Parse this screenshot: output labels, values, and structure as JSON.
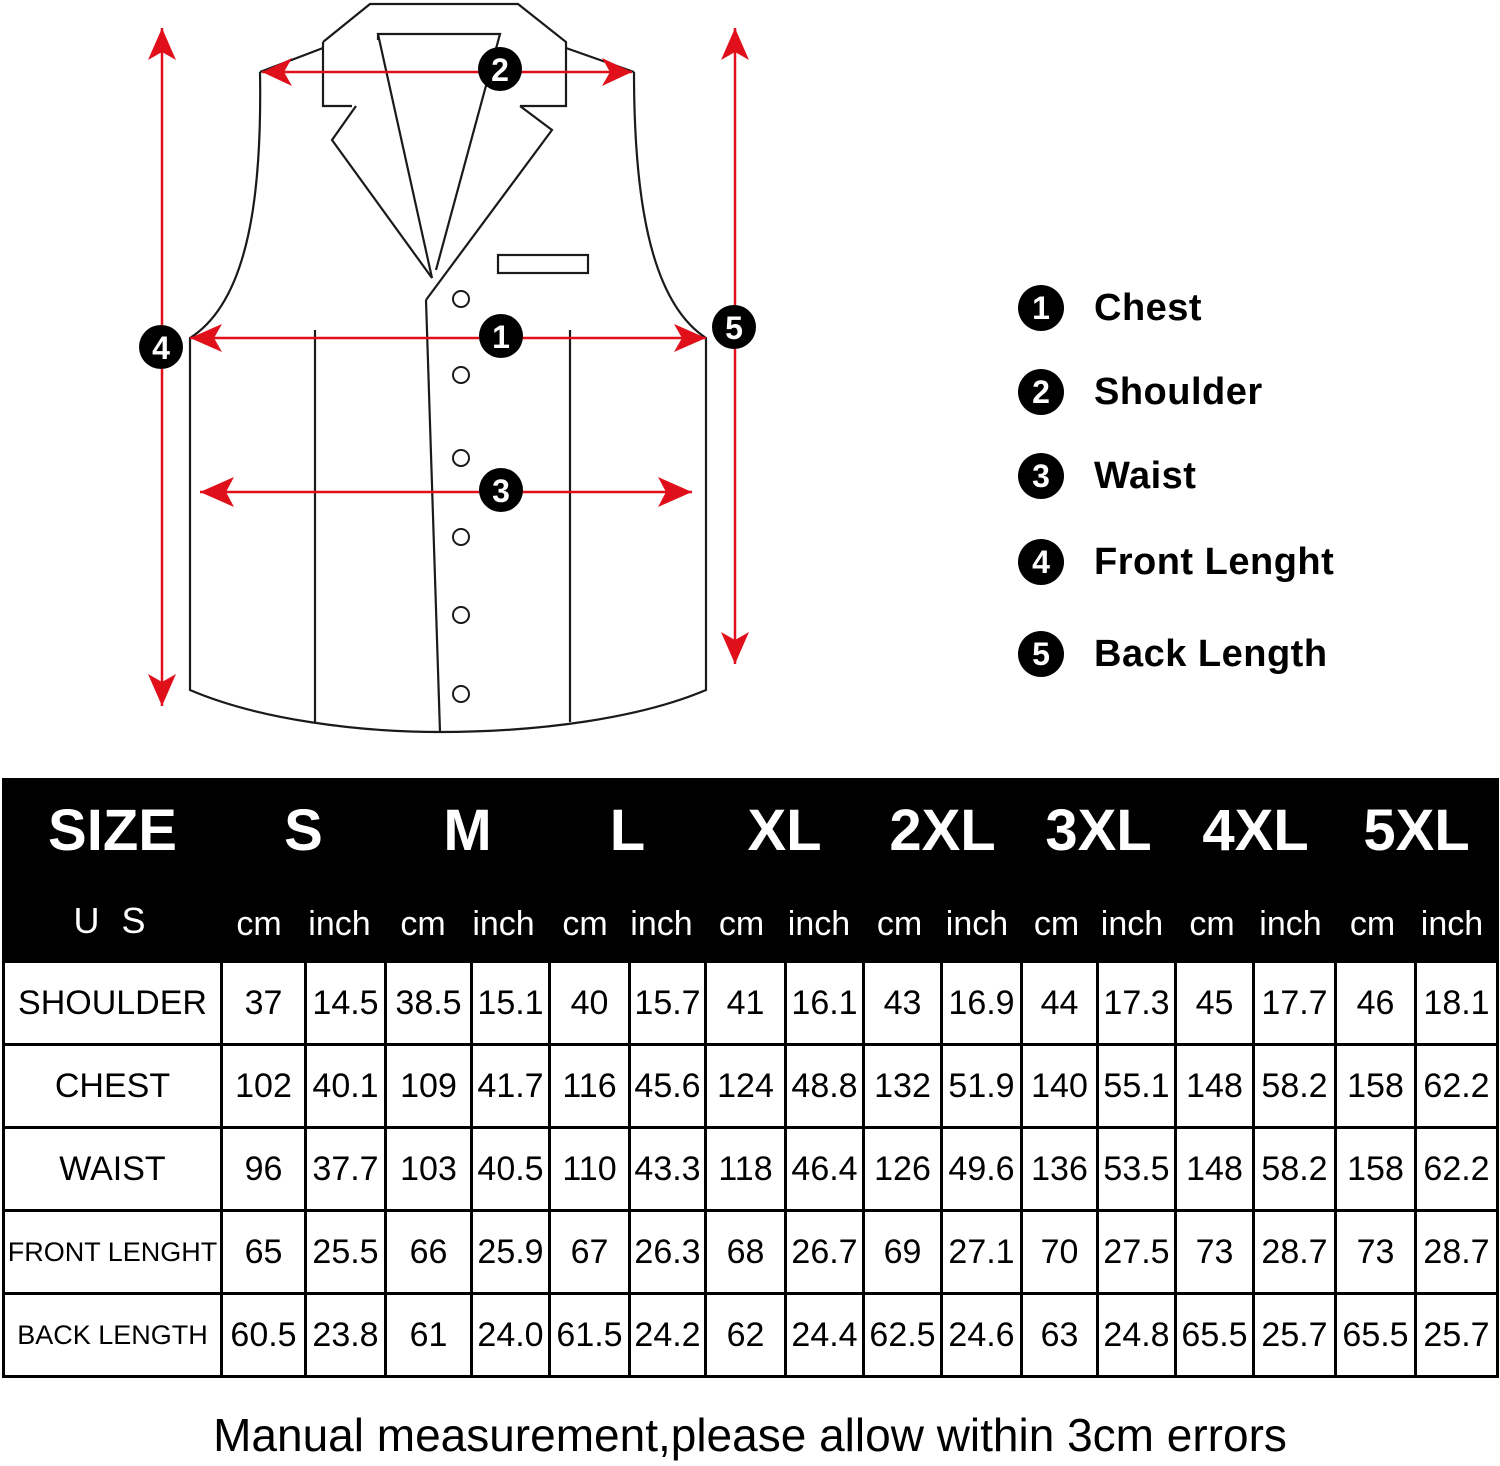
{
  "diagram": {
    "markers": [
      "1",
      "2",
      "3",
      "4",
      "5"
    ],
    "accent_color": "#e0101b",
    "outline_color": "#1a1a1a"
  },
  "legend": [
    {
      "num": "1",
      "label": "Chest"
    },
    {
      "num": "2",
      "label": "Shoulder"
    },
    {
      "num": "3",
      "label": "Waist"
    },
    {
      "num": "4",
      "label": "Front Lenght"
    },
    {
      "num": "5",
      "label": "Back Length"
    }
  ],
  "table": {
    "size_header": "SIZE",
    "sizes": [
      "S",
      "M",
      "L",
      "XL",
      "2XL",
      "3XL",
      "4XL",
      "5XL"
    ],
    "unit_label": "U S",
    "unit_cm": "cm",
    "unit_inch": "inch",
    "rows": [
      {
        "label": "SHOULDER",
        "values": [
          "37",
          "14.5",
          "38.5",
          "15.1",
          "40",
          "15.7",
          "41",
          "16.1",
          "43",
          "16.9",
          "44",
          "17.3",
          "45",
          "17.7",
          "46",
          "18.1"
        ]
      },
      {
        "label": "CHEST",
        "values": [
          "102",
          "40.1",
          "109",
          "41.7",
          "116",
          "45.6",
          "124",
          "48.8",
          "132",
          "51.9",
          "140",
          "55.1",
          "148",
          "58.2",
          "158",
          "62.2"
        ]
      },
      {
        "label": "WAIST",
        "values": [
          "96",
          "37.7",
          "103",
          "40.5",
          "110",
          "43.3",
          "118",
          "46.4",
          "126",
          "49.6",
          "136",
          "53.5",
          "148",
          "58.2",
          "158",
          "62.2"
        ]
      },
      {
        "label": "FRONT LENGHT",
        "values": [
          "65",
          "25.5",
          "66",
          "25.9",
          "67",
          "26.3",
          "68",
          "26.7",
          "69",
          "27.1",
          "70",
          "27.5",
          "73",
          "28.7",
          "73",
          "28.7"
        ]
      },
      {
        "label": "BACK LENGTH",
        "values": [
          "60.5",
          "23.8",
          "61",
          "24.0",
          "61.5",
          "24.2",
          "62",
          "24.4",
          "62.5",
          "24.6",
          "63",
          "24.8",
          "65.5",
          "25.7",
          "65.5",
          "25.7"
        ]
      }
    ]
  },
  "footer_note": "Manual measurement,please allow within 3cm errors"
}
